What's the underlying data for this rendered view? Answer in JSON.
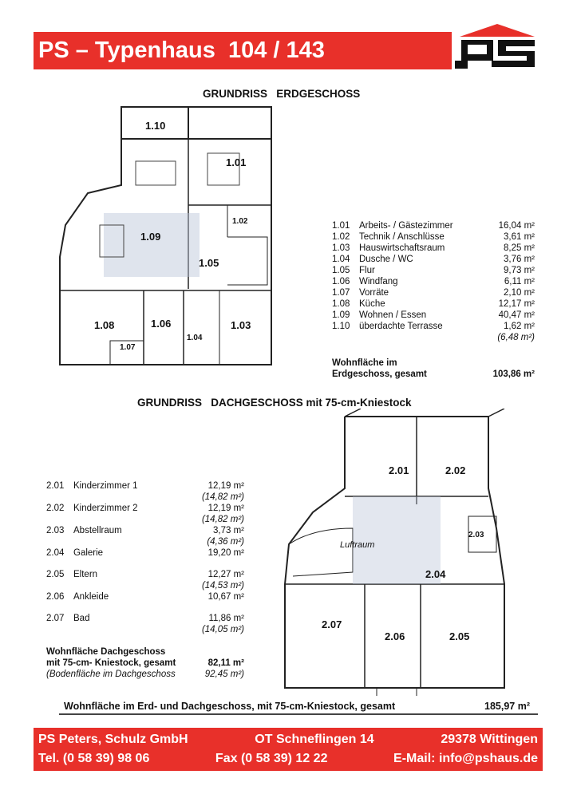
{
  "header": {
    "title": "PS – Typenhaus  104 / 143",
    "logo_text": "ps"
  },
  "eg": {
    "title": "GRUNDRISS   ERDGESCHOSS",
    "labels": [
      "1.10",
      "1.01",
      "1.02",
      "1.09",
      "1.05",
      "1.08",
      "1.06",
      "1.03",
      "1.04",
      "1.07"
    ],
    "rooms": [
      {
        "no": "1.01",
        "name": "Arbeits- / Gästezimmer",
        "area": "16,04 m²"
      },
      {
        "no": "1.02",
        "name": "Technik / Anschlüsse",
        "area": "3,61 m²"
      },
      {
        "no": "1.03",
        "name": "Hauswirtschaftsraum",
        "area": "8,25 m²"
      },
      {
        "no": "1.04",
        "name": "Dusche / WC",
        "area": "3,76 m²"
      },
      {
        "no": "1.05",
        "name": "Flur",
        "area": "9,73 m²"
      },
      {
        "no": "1.06",
        "name": "Windfang",
        "area": "6,11 m²"
      },
      {
        "no": "1.07",
        "name": "Vorräte",
        "area": "2,10 m²"
      },
      {
        "no": "1.08",
        "name": "Küche",
        "area": "12,17 m²"
      },
      {
        "no": "1.09",
        "name": "Wohnen / Essen",
        "area": "40,47 m²"
      },
      {
        "no": "1.10",
        "name": "überdachte Terrasse",
        "area": "1,62 m²",
        "sub": "(6,48 m²)"
      }
    ],
    "total_label_1": "Wohnfläche im",
    "total_label_2": "Erdgeschoss, gesamt",
    "total": "103,86 m²"
  },
  "dg": {
    "title": "GRUNDRISS   DACHGESCHOSS mit 75-cm-Kniestock",
    "labels": [
      "2.01",
      "2.02",
      "2.03",
      "Luftraum",
      "2.04",
      "2.07",
      "2.06",
      "2.05"
    ],
    "rooms": [
      {
        "no": "2.01",
        "name": "Kinderzimmer 1",
        "area": "12,19 m²",
        "sub": "(14,82 m²)"
      },
      {
        "no": "2.02",
        "name": "Kinderzimmer 2",
        "area": "12,19 m²",
        "sub": "(14,82 m²)"
      },
      {
        "no": "2.03",
        "name": "Abstellraum",
        "area": "3,73 m²",
        "sub": "(4,36 m²)"
      },
      {
        "no": "2.04",
        "name": "Galerie",
        "area": "19,20 m²"
      },
      {
        "no": "2.05",
        "name": "Eltern",
        "area": "12,27 m²",
        "sub": "(14,53 m²)"
      },
      {
        "no": "2.06",
        "name": "Ankleide",
        "area": "10,67 m²"
      },
      {
        "no": "2.07",
        "name": "Bad",
        "area": "11,86 m²",
        "sub": "(14,05 m²)"
      }
    ],
    "total_label_1": "Wohnfläche Dachgeschoss",
    "total_label_2": "mit 75-cm- Kniestock, gesamt",
    "total": "82,11 m²",
    "floor_label": "(Bodenfläche im Dachgeschoss",
    "floor_area": "92,45 m²)"
  },
  "grand_total": {
    "label": "Wohnfläche im Erd- und Dachgeschoss, mit 75-cm-Kniestock, gesamt",
    "value": "185,97 m²"
  },
  "footer": {
    "company": "PS Peters, Schulz GmbH",
    "street": "OT Schneflingen 14",
    "city": "29378 Wittingen",
    "tel": "Tel. (0 58 39) 98 06",
    "fax": "Fax (0 58 39) 12 22",
    "email": "E-Mail: info@pshaus.de"
  }
}
